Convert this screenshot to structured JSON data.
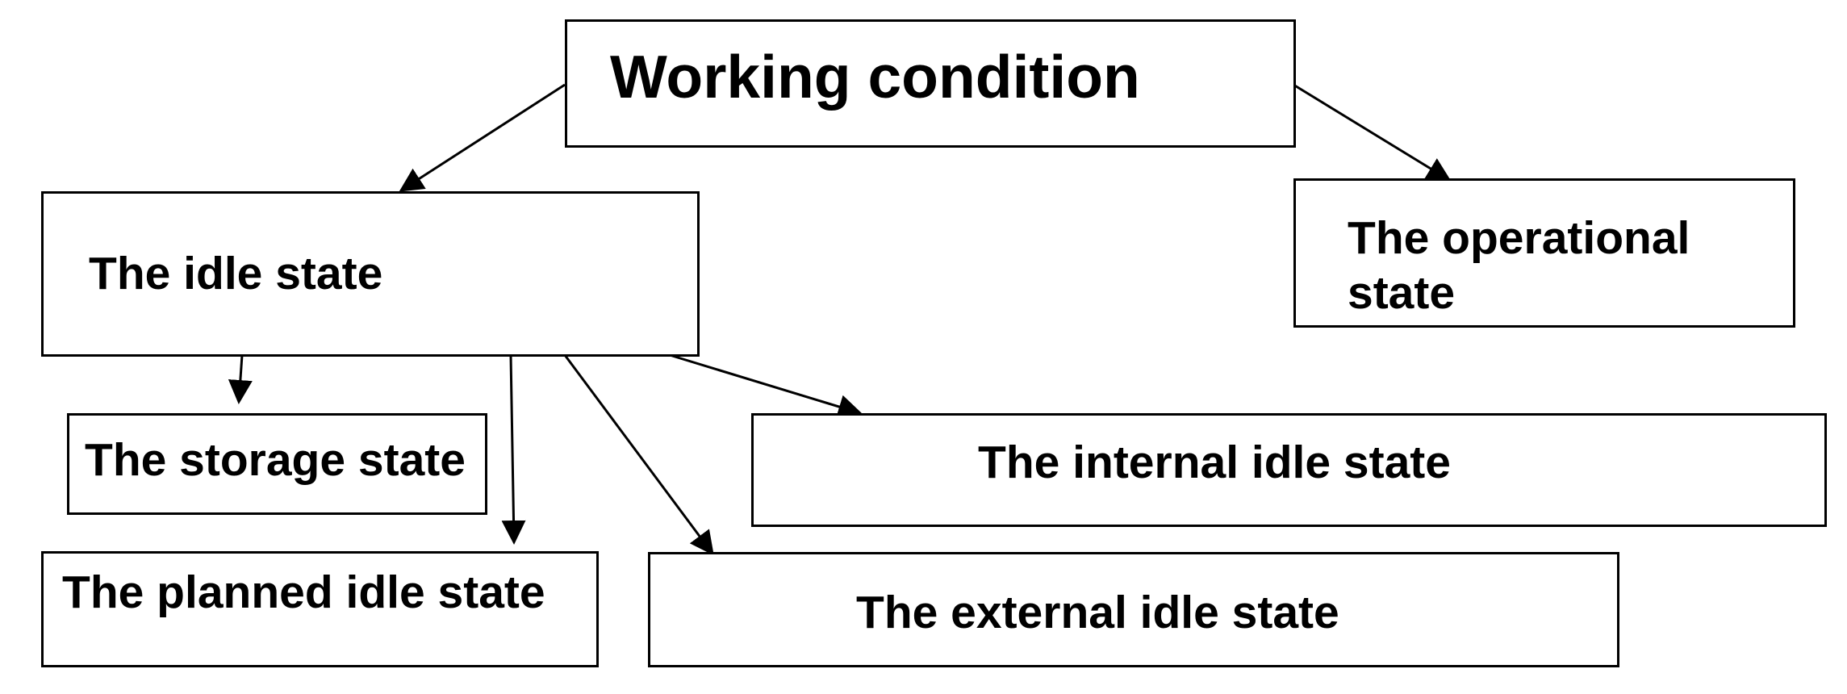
{
  "diagram": {
    "root": {
      "label": "Working condition"
    },
    "level1": {
      "idle": {
        "label": "The idle state"
      },
      "operational": {
        "label": "The operational state"
      }
    },
    "idle_children": {
      "storage": {
        "label": "The storage state"
      },
      "planned": {
        "label": "The planned idle state"
      },
      "internal": {
        "label": "The internal idle state"
      },
      "external": {
        "label": "The external idle state"
      }
    },
    "colors": {
      "stroke": "#000000",
      "background": "#ffffff",
      "text": "#000000"
    }
  }
}
